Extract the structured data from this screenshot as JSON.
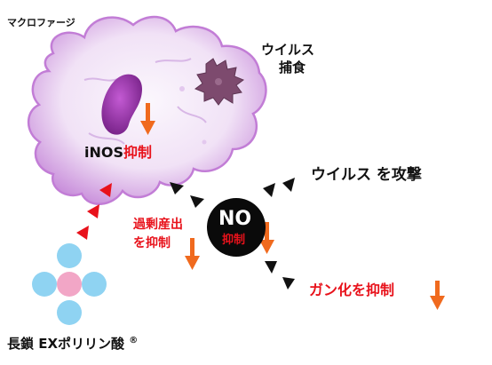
{
  "labels": {
    "macrophage": "マクロファージ",
    "virus_line1": "ウイルス",
    "virus_line2": "捕食",
    "inos": "iNOS",
    "inos_suffix": "抑制",
    "attack": "ウイルス を攻撃",
    "overproduction_line1": "過剰産出",
    "overproduction_line2": "を抑制",
    "no_label": "NO",
    "no_sub": "抑制",
    "cancer": "ガン化を抑制",
    "polyphosphate": "長鎖 EXポリリン酸",
    "registered": "®"
  },
  "colors": {
    "cell_membrane": "#d9a9e6",
    "cell_body": "#f5ecf9",
    "nucleus": "#8e2a9e",
    "virus": "#7d4a6e",
    "arrow_down": "#f06a1e",
    "arrowhead_black": "#111111",
    "arrowhead_red": "#e8121b",
    "circle_blue": "#8fd3f2",
    "circle_pink": "#f2a6c6",
    "no_circle": "#0a0a0a",
    "text_red": "#e8121b"
  },
  "icons": [
    "macrophage-cell",
    "virus-particle",
    "down-arrow-icon",
    "triangle-arrowhead-icon",
    "molecule-cluster"
  ]
}
